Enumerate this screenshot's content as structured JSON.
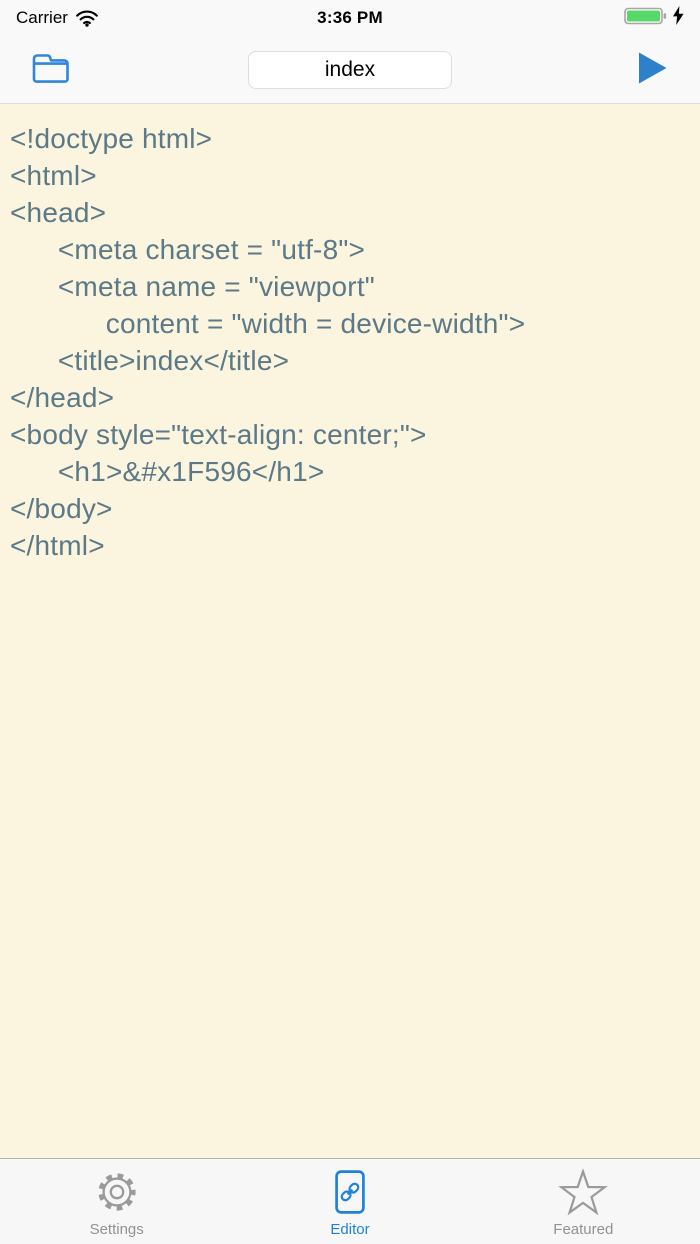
{
  "status_bar": {
    "carrier": "Carrier",
    "time": "3:36 PM",
    "wifi_icon": "wifi-icon",
    "battery_icon": "battery-charging-icon"
  },
  "toolbar": {
    "open_button_icon": "folder-icon",
    "filename": "index",
    "run_button_icon": "play-icon"
  },
  "editor": {
    "code_lines": [
      "<!doctype html>",
      "<html>",
      "<head>",
      "      <meta charset = \"utf-8\">",
      "      <meta name = \"viewport\"",
      "            content = \"width = device-width\">",
      "      <title>index</title>",
      "</head>",
      "<body style=\"text-align: center;\">",
      "      <h1>&#x1F596</h1>",
      "</body>",
      "</html>"
    ]
  },
  "tab_bar": {
    "items": [
      {
        "label": "Settings",
        "icon": "gear-icon",
        "active": false
      },
      {
        "label": "Editor",
        "icon": "link-document-icon",
        "active": true
      },
      {
        "label": "Featured",
        "icon": "star-icon",
        "active": false
      }
    ]
  },
  "colors": {
    "accent_blue": "#1E82DC",
    "folder_blue": "#2F86DB",
    "play_blue": "#2E81C8",
    "editor_background": "#FBF4DF",
    "code_text": "#5B7987",
    "battery_green": "#57D868"
  }
}
